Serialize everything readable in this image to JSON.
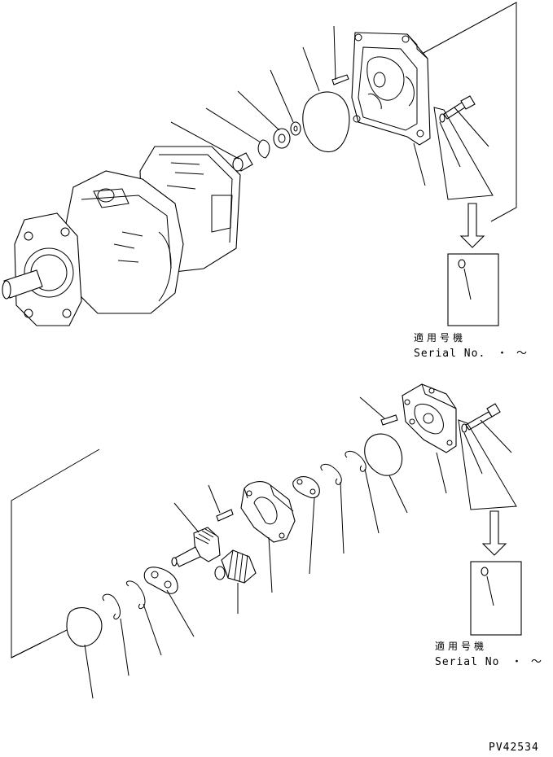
{
  "drawing_code": "PV42534",
  "upper_block": {
    "serial_label_jp": "適用号機",
    "serial_label": "Serial No.",
    "serial_separator": "・",
    "serial_range_mark": "〜"
  },
  "lower_block": {
    "serial_label_jp": "適用号機",
    "serial_label": "Serial No",
    "serial_separator": "・",
    "serial_range_mark": "〜"
  },
  "colors": {
    "ink": "#000000",
    "paper": "#ffffff"
  }
}
